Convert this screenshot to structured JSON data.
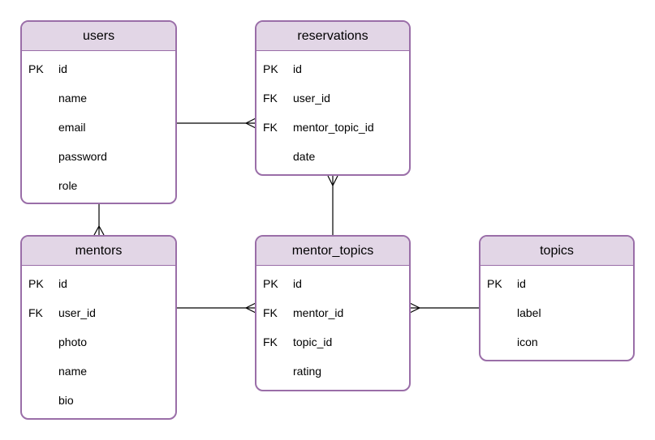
{
  "entities": {
    "users": {
      "title": "users",
      "rows": [
        {
          "key": "PK",
          "field": "id"
        },
        {
          "key": "",
          "field": "name"
        },
        {
          "key": "",
          "field": "email"
        },
        {
          "key": "",
          "field": "password"
        },
        {
          "key": "",
          "field": "role"
        }
      ]
    },
    "reservations": {
      "title": "reservations",
      "rows": [
        {
          "key": "PK",
          "field": "id"
        },
        {
          "key": "FK",
          "field": "user_id"
        },
        {
          "key": "FK",
          "field": "mentor_topic_id"
        },
        {
          "key": "",
          "field": "date"
        }
      ]
    },
    "mentors": {
      "title": "mentors",
      "rows": [
        {
          "key": "PK",
          "field": "id"
        },
        {
          "key": "FK",
          "field": "user_id"
        },
        {
          "key": "",
          "field": "photo"
        },
        {
          "key": "",
          "field": "name"
        },
        {
          "key": "",
          "field": "bio"
        }
      ]
    },
    "mentor_topics": {
      "title": "mentor_topics",
      "rows": [
        {
          "key": "PK",
          "field": "id"
        },
        {
          "key": "FK",
          "field": "mentor_id"
        },
        {
          "key": "FK",
          "field": "topic_id"
        },
        {
          "key": "",
          "field": "rating"
        }
      ]
    },
    "topics": {
      "title": "topics",
      "rows": [
        {
          "key": "PK",
          "field": "id"
        },
        {
          "key": "",
          "field": "label"
        },
        {
          "key": "",
          "field": "icon"
        }
      ]
    }
  },
  "colors": {
    "border": "#9a6ea8",
    "header_fill": "#e2d6e6",
    "line": "#000000"
  }
}
